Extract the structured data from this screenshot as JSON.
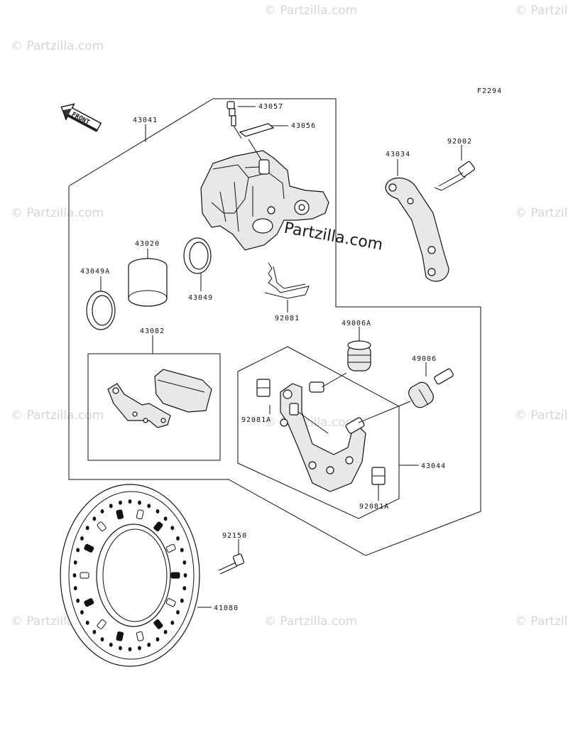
{
  "diagram_code": "F2294",
  "front_arrow_label": "FRONT",
  "watermark_text": "© Partzilla.com",
  "center_watermark": "Partzilla.com",
  "parts": [
    {
      "id": "43041",
      "name": "43041"
    },
    {
      "id": "43057",
      "name": "43057"
    },
    {
      "id": "43056",
      "name": "43056"
    },
    {
      "id": "43034",
      "name": "43034"
    },
    {
      "id": "92002",
      "name": "92002"
    },
    {
      "id": "43020",
      "name": "43020"
    },
    {
      "id": "43049A",
      "name": "43049A"
    },
    {
      "id": "43049",
      "name": "43049"
    },
    {
      "id": "92081",
      "name": "92081"
    },
    {
      "id": "43082",
      "name": "43082"
    },
    {
      "id": "49006A",
      "name": "49006A"
    },
    {
      "id": "49006",
      "name": "49006"
    },
    {
      "id": "92081A_left",
      "name": "92081A"
    },
    {
      "id": "43044",
      "name": "43044"
    },
    {
      "id": "92081A_bottom",
      "name": "92081A"
    },
    {
      "id": "92150",
      "name": "92150"
    },
    {
      "id": "41080",
      "name": "41080"
    }
  ]
}
